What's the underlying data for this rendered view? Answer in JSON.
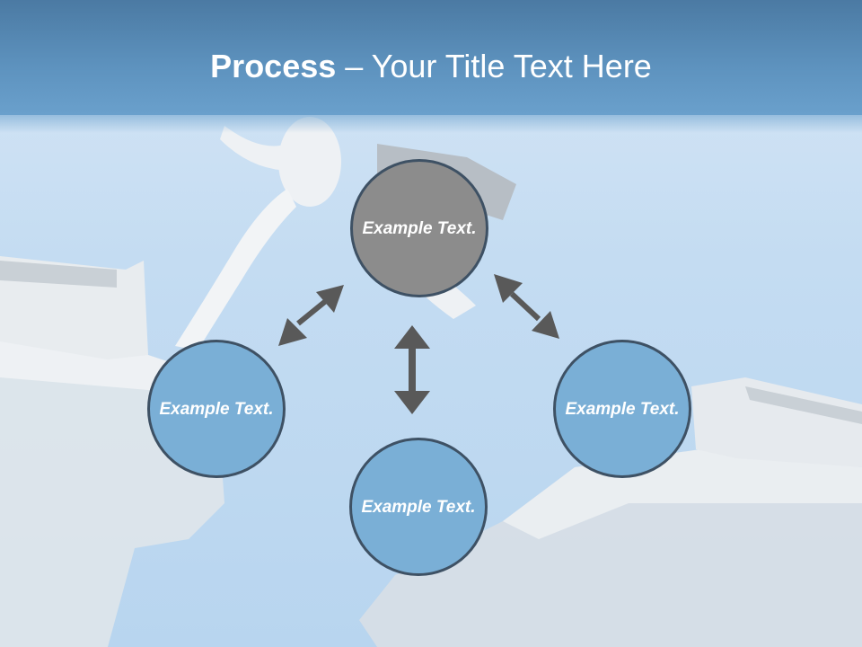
{
  "title": {
    "bold": "Process",
    "rest": " – Your Title Text Here"
  },
  "colors": {
    "title_bar": "#5e93bf",
    "center_node": "#8c8c8c",
    "outer_node": "#7aafd6",
    "node_border": "#3e5164",
    "arrow": "#595959"
  },
  "nodes": {
    "center": {
      "text": "Example Text."
    },
    "left": {
      "text": "Example Text."
    },
    "bottom": {
      "text": "Example Text."
    },
    "right": {
      "text": "Example Text."
    }
  },
  "background": {
    "picture": "figure-jumping-gap-icon"
  }
}
